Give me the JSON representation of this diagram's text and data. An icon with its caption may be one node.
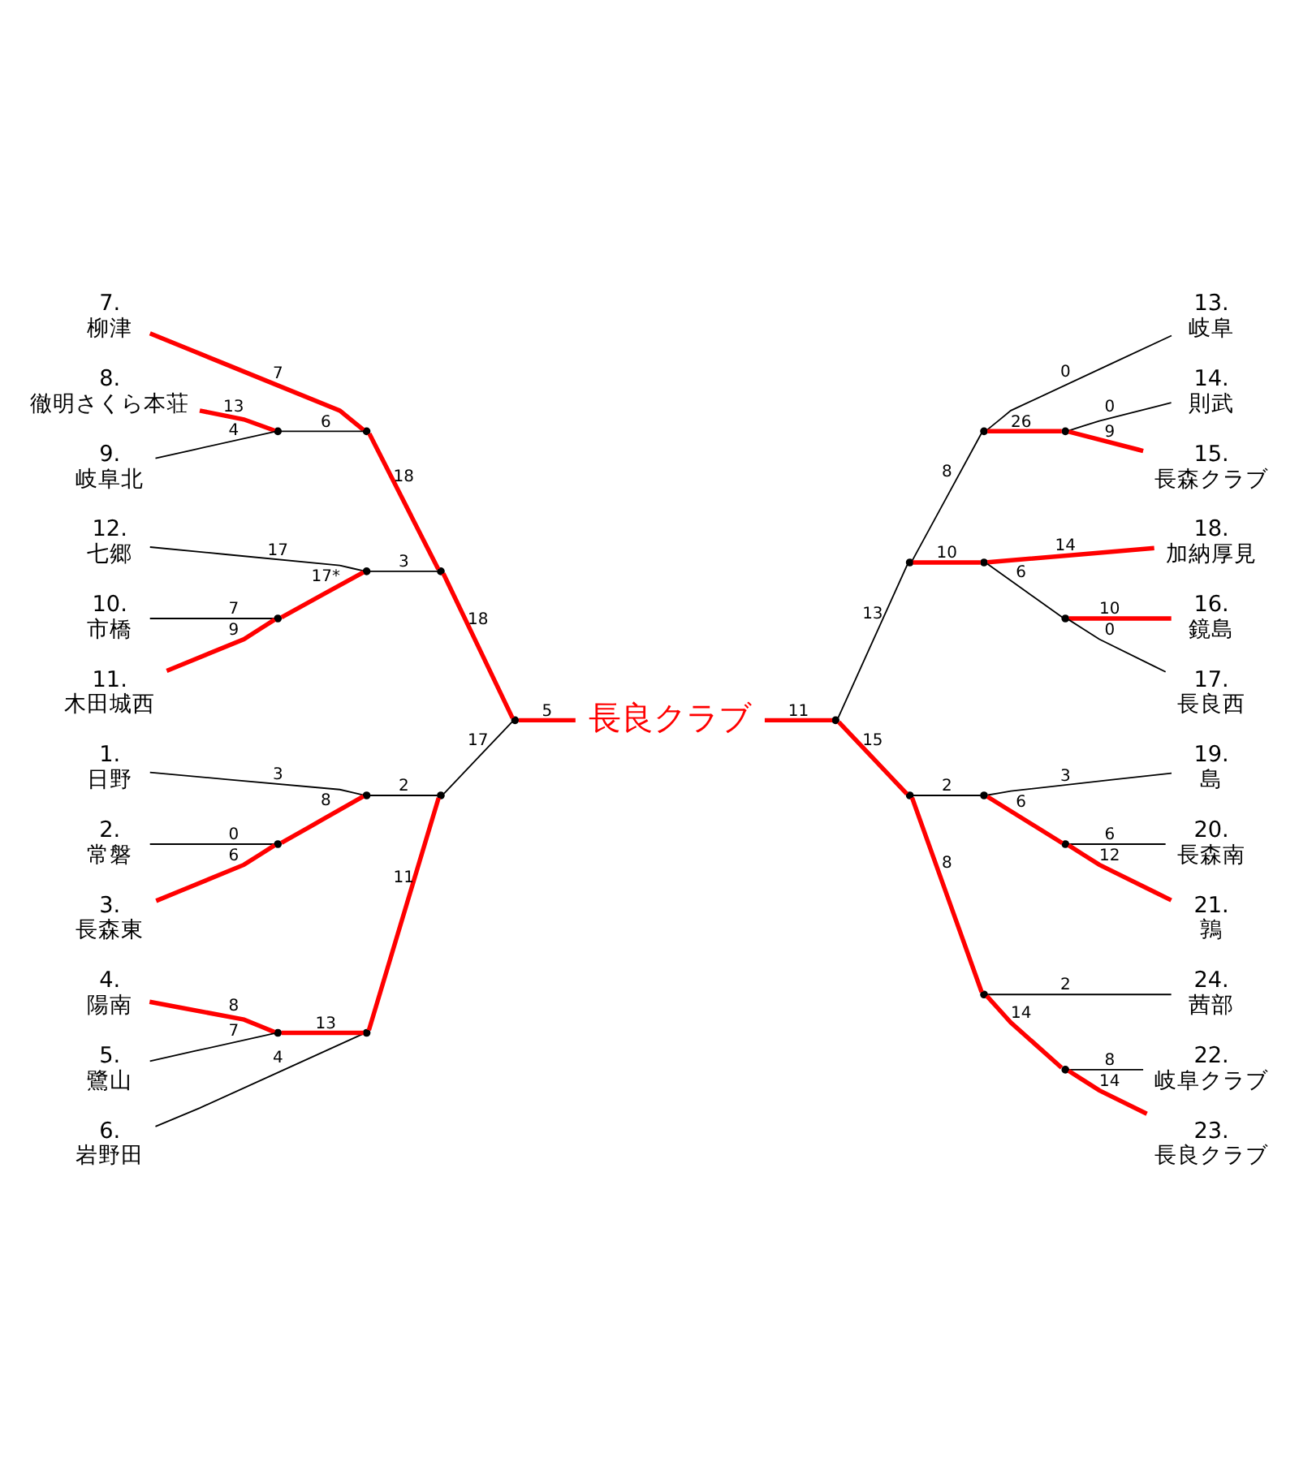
{
  "diagram": {
    "nodes": [
      {
        "text": [
          "1.",
          "日野"
        ]
      },
      {
        "text": [
          "2.",
          "常磐"
        ]
      },
      {
        "text": [
          "3.",
          "長森東"
        ]
      },
      {
        "text": [
          "4.",
          "陽南"
        ]
      },
      {
        "text": [
          "5.",
          "鷺山"
        ]
      },
      {
        "text": [
          "6.",
          "岩野田"
        ]
      },
      {
        "text": [
          "7.",
          "柳津"
        ]
      },
      {
        "text": [
          "8.",
          "徹明さくら本荘"
        ]
      },
      {
        "text": [
          "9.",
          "岐阜北"
        ]
      },
      {
        "text": [
          "10.",
          "市橋"
        ]
      },
      {
        "text": [
          "11.",
          "木田城西"
        ]
      },
      {
        "text": [
          "12.",
          "七郷"
        ]
      },
      {
        "text": [
          "長良クラブ"
        ]
      },
      {
        "text": [
          "13.",
          "岐阜"
        ]
      },
      {
        "text": [
          "14.",
          "則武"
        ]
      },
      {
        "text": [
          "15.",
          "長森クラブ"
        ]
      },
      {
        "text": [
          "16.",
          "鏡島"
        ]
      },
      {
        "text": [
          "17.",
          "長良西"
        ]
      },
      {
        "text": [
          "18.",
          "加納厚見"
        ]
      },
      {
        "text": [
          "19.",
          "島"
        ]
      },
      {
        "text": [
          "20.",
          "長森南"
        ]
      },
      {
        "text": [
          "21.",
          "鶉"
        ]
      },
      {
        "text": [
          "22.",
          "岐阜クラブ"
        ]
      },
      {
        "text": [
          "23.",
          "長良クラブ"
        ]
      },
      {
        "text": [
          "24.",
          "茜部"
        ]
      },
      {
        "text": [],
        "shape": "point"
      },
      {
        "text": [],
        "shape": "point"
      },
      {
        "text": [],
        "shape": "point"
      },
      {
        "text": [],
        "shape": "point"
      },
      {
        "text": [],
        "shape": "point"
      },
      {
        "text": [],
        "shape": "point"
      },
      {
        "text": [],
        "shape": "point"
      },
      {
        "text": [],
        "shape": "point"
      },
      {
        "text": [],
        "shape": "point"
      },
      {
        "text": [],
        "shape": "point"
      },
      {
        "text": [],
        "shape": "point"
      },
      {
        "text": [],
        "shape": "point"
      },
      {
        "text": [],
        "shape": "point"
      },
      {
        "text": [],
        "shape": "point"
      },
      {
        "text": [],
        "shape": "point"
      },
      {
        "text": [],
        "shape": "point"
      },
      {
        "text": [],
        "shape": "point"
      },
      {
        "text": [],
        "shape": "point"
      },
      {
        "text": [],
        "shape": "point"
      },
      {
        "text": [],
        "shape": "point"
      },
      {
        "text": [],
        "shape": "point"
      },
      {
        "text": [],
        "shape": "point"
      }
    ],
    "edges": [
      {
        "from": 0,
        "to": 26,
        "arrow": "none",
        "label": "3",
        "color": "#000000"
      },
      {
        "from": 1,
        "to": 25,
        "arrow": "none",
        "label": "0",
        "color": "#000000"
      },
      {
        "from": 2,
        "to": 25,
        "arrow": "none",
        "label": "6"
      },
      {
        "from": 25,
        "to": 26,
        "arrow": "none",
        "label": "8"
      },
      {
        "from": 3,
        "to": 27,
        "arrow": "none",
        "label": "8"
      },
      {
        "from": 4,
        "to": 27,
        "arrow": "none",
        "label": "7",
        "color": "#000000"
      },
      {
        "from": 27,
        "to": 28,
        "arrow": "none",
        "label": "13"
      },
      {
        "from": 5,
        "to": 28,
        "arrow": "none",
        "label": "4",
        "color": "#000000"
      },
      {
        "from": 26,
        "to": 29,
        "arrow": "none",
        "label": "2",
        "color": "#000000"
      },
      {
        "from": 28,
        "to": 29,
        "arrow": "none",
        "label": "11"
      },
      {
        "from": 6,
        "to": 31,
        "arrow": "none",
        "label": "7"
      },
      {
        "from": 7,
        "to": 30,
        "arrow": "none",
        "label": "13"
      },
      {
        "from": 8,
        "to": 30,
        "arrow": "none",
        "label": "4",
        "color": "#000000"
      },
      {
        "from": 30,
        "to": 31,
        "arrow": "none",
        "label": "6",
        "color": "#000000"
      },
      {
        "from": 9,
        "to": 32,
        "arrow": "none",
        "label": "7",
        "color": "#000000"
      },
      {
        "from": 10,
        "to": 32,
        "arrow": "none",
        "label": "9"
      },
      {
        "from": 32,
        "to": 33,
        "arrow": "none",
        "label": "17*"
      },
      {
        "from": 11,
        "to": 33,
        "arrow": "none",
        "label": "17",
        "color": "#000000"
      },
      {
        "from": 31,
        "to": 34,
        "arrow": "none",
        "label": "18"
      },
      {
        "from": 33,
        "to": 34,
        "arrow": "none",
        "label": "3",
        "color": "#000000"
      },
      {
        "from": 29,
        "to": 35,
        "arrow": "none",
        "label": "17",
        "color": "#000000"
      },
      {
        "from": 34,
        "to": 35,
        "arrow": "none",
        "label": "18"
      },
      {
        "from": 35,
        "to": 12,
        "arrow": "none",
        "label": "5"
      },
      {
        "from": 12,
        "to": 46,
        "arrow": "none",
        "label": "11"
      },
      {
        "from": 46,
        "to": 40,
        "arrow": "none",
        "label": "13",
        "color": "#000000"
      },
      {
        "from": 46,
        "to": 45,
        "arrow": "none",
        "label": "15"
      },
      {
        "from": 40,
        "to": 37,
        "arrow": "none",
        "label": "8",
        "color": "#000000"
      },
      {
        "from": 40,
        "to": 39,
        "arrow": "none",
        "label": "10"
      },
      {
        "from": 37,
        "to": 13,
        "arrow": "none",
        "label": "0",
        "color": "#000000"
      },
      {
        "from": 37,
        "to": 36,
        "arrow": "none",
        "label": "26"
      },
      {
        "from": 36,
        "to": 14,
        "arrow": "none",
        "label": "0",
        "color": "#000000"
      },
      {
        "from": 36,
        "to": 15,
        "arrow": "none",
        "label": "9"
      },
      {
        "from": 39,
        "to": 38,
        "arrow": "none",
        "label": "6",
        "color": "#000000"
      },
      {
        "from": 39,
        "to": 18,
        "arrow": "none",
        "label": "14"
      },
      {
        "from": 38,
        "to": 16,
        "arrow": "none",
        "label": "10"
      },
      {
        "from": 38,
        "to": 17,
        "arrow": "none",
        "label": "0",
        "color": "#000000"
      },
      {
        "from": 45,
        "to": 42,
        "arrow": "none",
        "label": "2",
        "color": "#000000"
      },
      {
        "from": 45,
        "to": 44,
        "arrow": "none",
        "label": "8"
      },
      {
        "from": 42,
        "to": 19,
        "arrow": "none",
        "label": "3",
        "color": "#000000"
      },
      {
        "from": 42,
        "to": 41,
        "arrow": "none",
        "label": "6"
      },
      {
        "from": 41,
        "to": 20,
        "arrow": "none",
        "label": "6",
        "color": "#000000"
      },
      {
        "from": 41,
        "to": 21,
        "arrow": "none",
        "label": "12"
      },
      {
        "from": 44,
        "to": 43,
        "arrow": "none",
        "label": "14"
      },
      {
        "from": 44,
        "to": 24,
        "arrow": "none",
        "label": "2",
        "color": "#000000"
      },
      {
        "from": 43,
        "to": 22,
        "arrow": "none",
        "label": "8",
        "color": "#000000"
      },
      {
        "from": 43,
        "to": 23,
        "arrow": "none",
        "label": "14"
      }
    ]
  }
}
